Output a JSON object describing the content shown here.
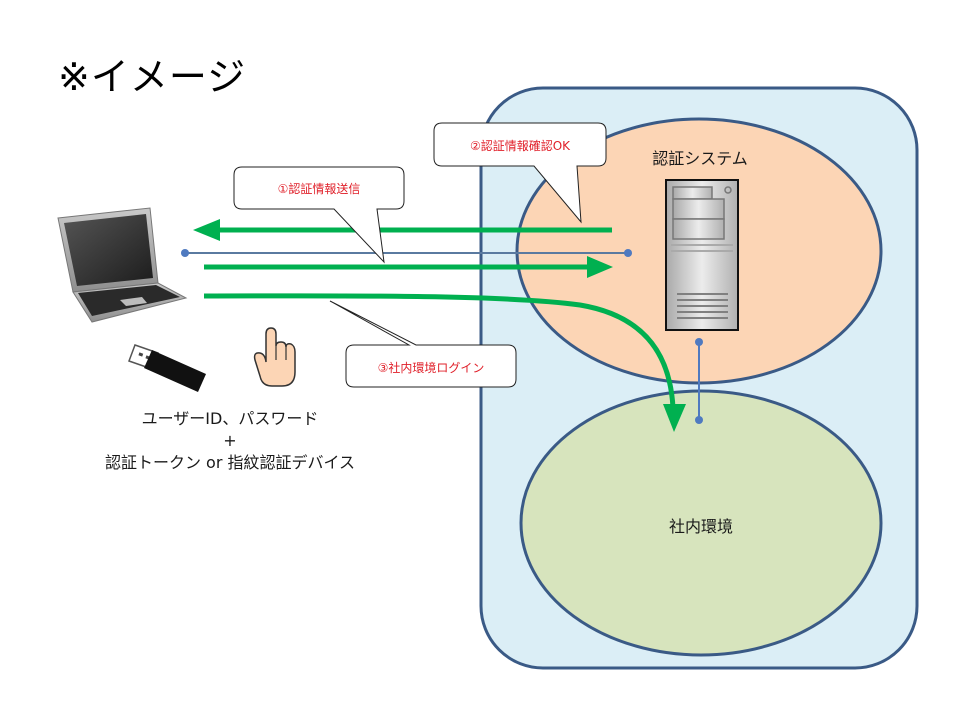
{
  "title": "※イメージ",
  "callouts": {
    "step1": "①認証情報送信",
    "step2": "②認証情報確認OK",
    "step3": "③社内環境ログイン"
  },
  "zones": {
    "auth_system": "認証システム",
    "internal_env": "社内環境"
  },
  "client_caption": {
    "line1": "ユーザーID、パスワード",
    "line2": "+",
    "line3": "認証トークン or 指紋認証デバイス"
  },
  "icons": {
    "laptop": "laptop-icon",
    "usb_token": "usb-token-icon",
    "fingerprint_hand": "pointing-hand-icon",
    "server": "server-tower-icon"
  },
  "colors": {
    "outer_zone_fill": "#dbeef6",
    "zone_stroke": "#3a5a86",
    "auth_zone_fill": "#fcd5b5",
    "internal_zone_fill": "#d7e4bd",
    "arrow_green": "#00b050",
    "connector_blue": "#4f7ac0",
    "callout_text": "#e0202a"
  }
}
